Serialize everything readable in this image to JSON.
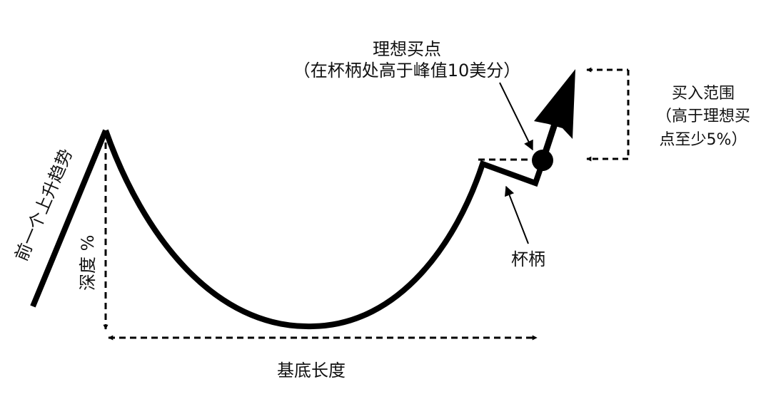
{
  "colors": {
    "ink": "#000000",
    "text": "#111111",
    "background": "#ffffff"
  },
  "labels": {
    "prior_uptrend": "前一个上升趋势",
    "depth": "深度 %",
    "base_length": "基底长度",
    "handle": "杯柄",
    "ideal_buy_title": "理想买点",
    "ideal_buy_note": "（在杯柄处高于峰值10美分）",
    "buy_range_line1": "买入范围",
    "buy_range_line2": "（高于理想买",
    "buy_range_line3": "点至少5%）"
  }
}
